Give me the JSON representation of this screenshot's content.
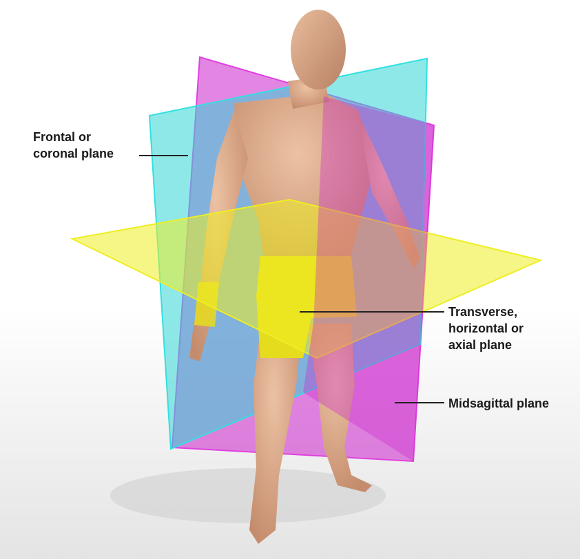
{
  "labels": {
    "frontal": "Frontal or\ncoronal plane",
    "transverse": "Transverse,\nhorizontal or\naxial  plane",
    "midsagittal": "Midsagittal plane"
  },
  "colors": {
    "frontal_plane": "#33d6d6",
    "midsagittal_plane": "#cc22cc",
    "transverse_plane": "#eeee22",
    "skin": "#d9a98a",
    "shorts": "#e6dc1e",
    "leader_line": "#222222"
  }
}
